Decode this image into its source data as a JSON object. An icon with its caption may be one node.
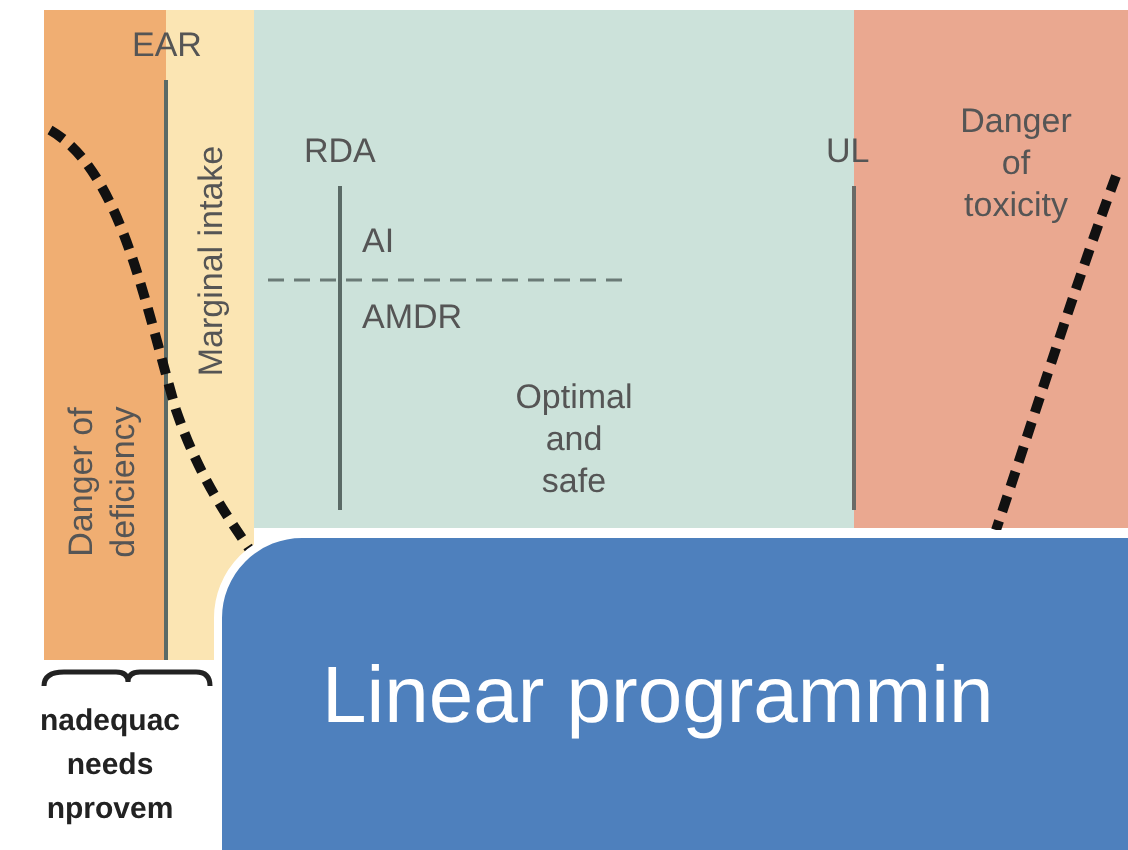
{
  "diagram": {
    "nodes": [
      {
        "text": [
          "Danger of deficiency"
        ]
      },
      {
        "text": [
          "Marginal intake"
        ]
      },
      {
        "text": [
          "Optimal and safe"
        ]
      },
      {
        "text": [
          "Danger of toxicity"
        ]
      },
      {
        "text": [
          "Linear programmin"
        ]
      }
    ],
    "labels": [
      "EAR",
      "RDA",
      "AI",
      "AMDR",
      "UL",
      "nadequac needs nprovem"
    ]
  }
}
